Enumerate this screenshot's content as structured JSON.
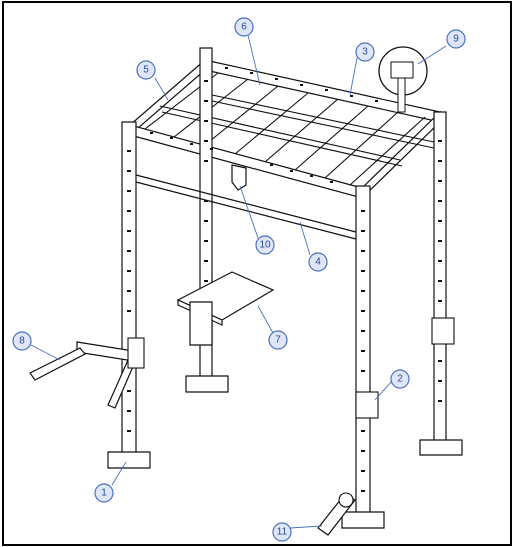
{
  "callouts": [
    {
      "label": "1"
    },
    {
      "label": "2"
    },
    {
      "label": "3"
    },
    {
      "label": "4"
    },
    {
      "label": "5"
    },
    {
      "label": "6"
    },
    {
      "label": "7"
    },
    {
      "label": "8"
    },
    {
      "label": "9"
    },
    {
      "label": "10"
    },
    {
      "label": "11"
    }
  ],
  "colors": {
    "frame_stroke": "#111111",
    "callout_stroke": "#4a6fbf",
    "callout_fill": "#dfe6f7",
    "callout_text": "#2a4a9a"
  }
}
